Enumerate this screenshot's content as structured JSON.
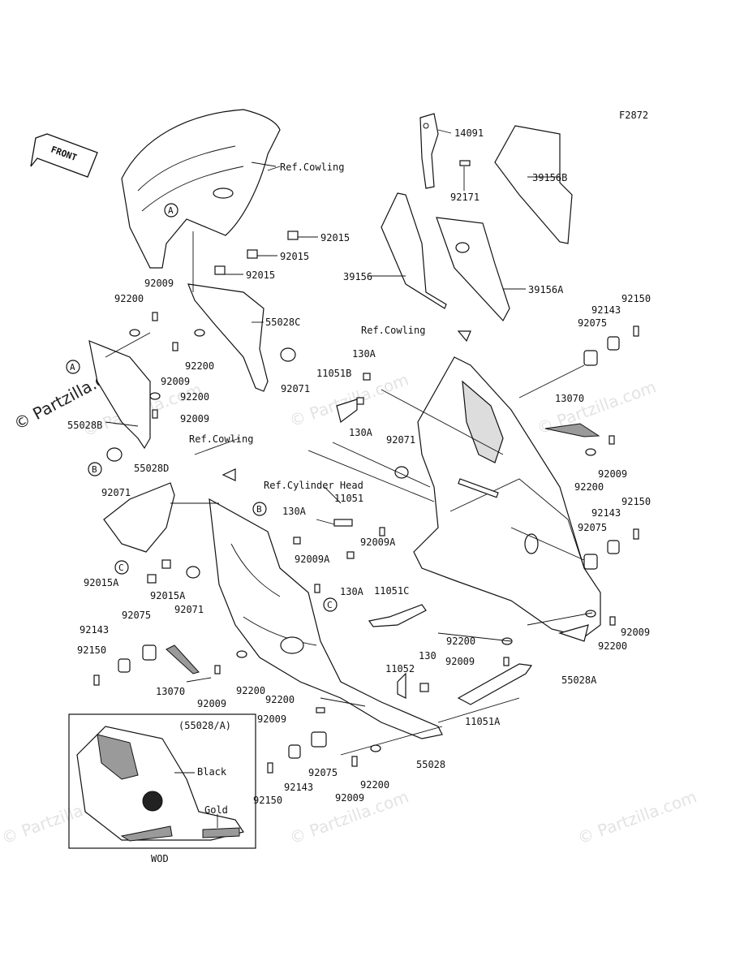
{
  "figure_id": "F2872",
  "front_label": "FRONT",
  "watermark_side": "© Partzilla.com",
  "watermark_bg": "© Partzilla.com",
  "inset": {
    "title": "(55028/A)",
    "caption": "WOD",
    "black_label": "Black",
    "gold_label": "Gold"
  },
  "callouts": {
    "A": "A",
    "B": "B",
    "C": "C"
  },
  "labels": {
    "ref_cowling": "Ref.Cowling",
    "ref_cylinder_head": "Ref.Cylinder Head",
    "p14091": "14091",
    "p92171": "92171",
    "p39156B": "39156B",
    "p39156": "39156",
    "p39156A": "39156A",
    "p92015": "92015",
    "p92009": "92009",
    "p92200": "92200",
    "p55028C": "55028C",
    "p92071": "92071",
    "p55028B": "55028B",
    "p55028D": "55028D",
    "p92015A": "92015A",
    "p130A": "130A",
    "p11051B": "11051B",
    "p11051": "11051",
    "p92009A": "92009A",
    "p11051C": "11051C",
    "p13070": "13070",
    "p92075": "92075",
    "p92143": "92143",
    "p92150": "92150",
    "p55028A": "55028A",
    "p11052": "11052",
    "p130": "130",
    "p11051A": "11051A",
    "p55028": "55028"
  }
}
